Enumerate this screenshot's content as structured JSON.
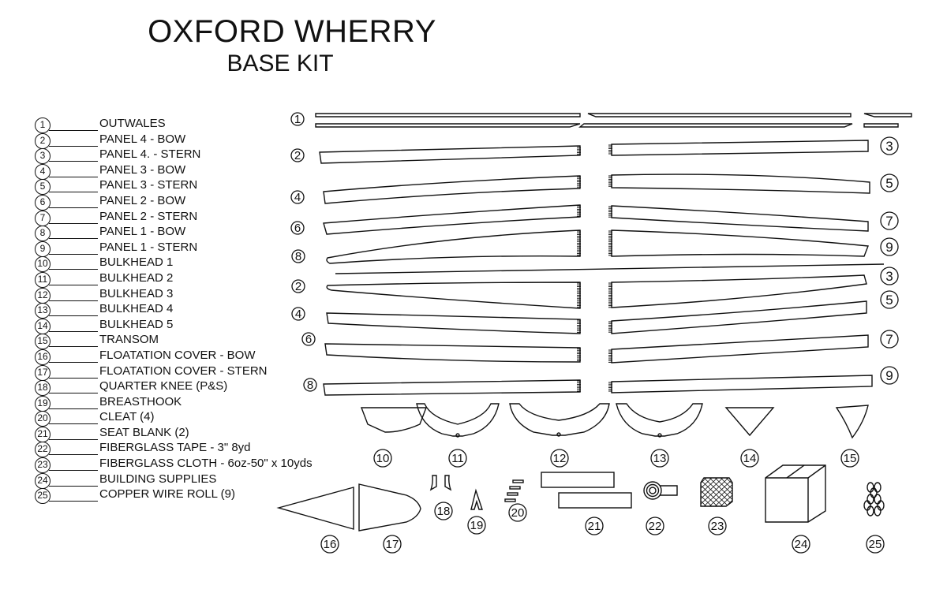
{
  "title": "OXFORD WHERRY",
  "subtitle": "BASE KIT",
  "legend": [
    {
      "num": "1",
      "label": "OUTWALES"
    },
    {
      "num": "2",
      "label": "PANEL 4  - BOW"
    },
    {
      "num": "3",
      "label": "PANEL 4. - STERN"
    },
    {
      "num": "4",
      "label": "PANEL 3 - BOW"
    },
    {
      "num": "5",
      "label": "PANEL 3 - STERN"
    },
    {
      "num": "6",
      "label": "PANEL 2  - BOW"
    },
    {
      "num": "7",
      "label": "PANEL 2 - STERN"
    },
    {
      "num": "8",
      "label": "PANEL 1 - BOW"
    },
    {
      "num": "9",
      "label": "PANEL 1 - STERN"
    },
    {
      "num": "10",
      "label": "BULKHEAD 1"
    },
    {
      "num": "11",
      "label": "BULKHEAD 2"
    },
    {
      "num": "12",
      "label": "BULKHEAD 3"
    },
    {
      "num": "13",
      "label": "BULKHEAD 4"
    },
    {
      "num": "14",
      "label": "BULKHEAD 5"
    },
    {
      "num": "15",
      "label": "TRANSOM"
    },
    {
      "num": "16",
      "label": "FLOATATION COVER - BOW"
    },
    {
      "num": "17",
      "label": "FLOATATION COVER - STERN"
    },
    {
      "num": "18",
      "label": "QUARTER KNEE (P&S)"
    },
    {
      "num": "19",
      "label": "BREASTHOOK"
    },
    {
      "num": "20",
      "label": "CLEAT (4)"
    },
    {
      "num": "21",
      "label": "SEAT BLANK (2)"
    },
    {
      "num": "22",
      "label": "FIBERGLASS TAPE - 3\" 8yd"
    },
    {
      "num": "23",
      "label": "FIBERGLASS CLOTH - 6oz-50\" x 10yds"
    },
    {
      "num": "24",
      "label": "BUILDING SUPPLIES"
    },
    {
      "num": "25",
      "label": "COPPER WIRE ROLL (9)"
    }
  ],
  "diagram_labels": {
    "outwale": "1",
    "left_panels": [
      "2",
      "4",
      "6",
      "8",
      "2",
      "4",
      "6",
      "8"
    ],
    "right_panels": [
      "3",
      "5",
      "7",
      "9",
      "3",
      "5",
      "7",
      "9"
    ],
    "bulkheads": [
      "10",
      "11",
      "12",
      "13",
      "14",
      "15"
    ],
    "bottom_parts": [
      "16",
      "17",
      "18",
      "19",
      "20",
      "21",
      "22",
      "23",
      "24",
      "25"
    ]
  },
  "colors": {
    "ink": "#111111",
    "background": "#ffffff"
  }
}
